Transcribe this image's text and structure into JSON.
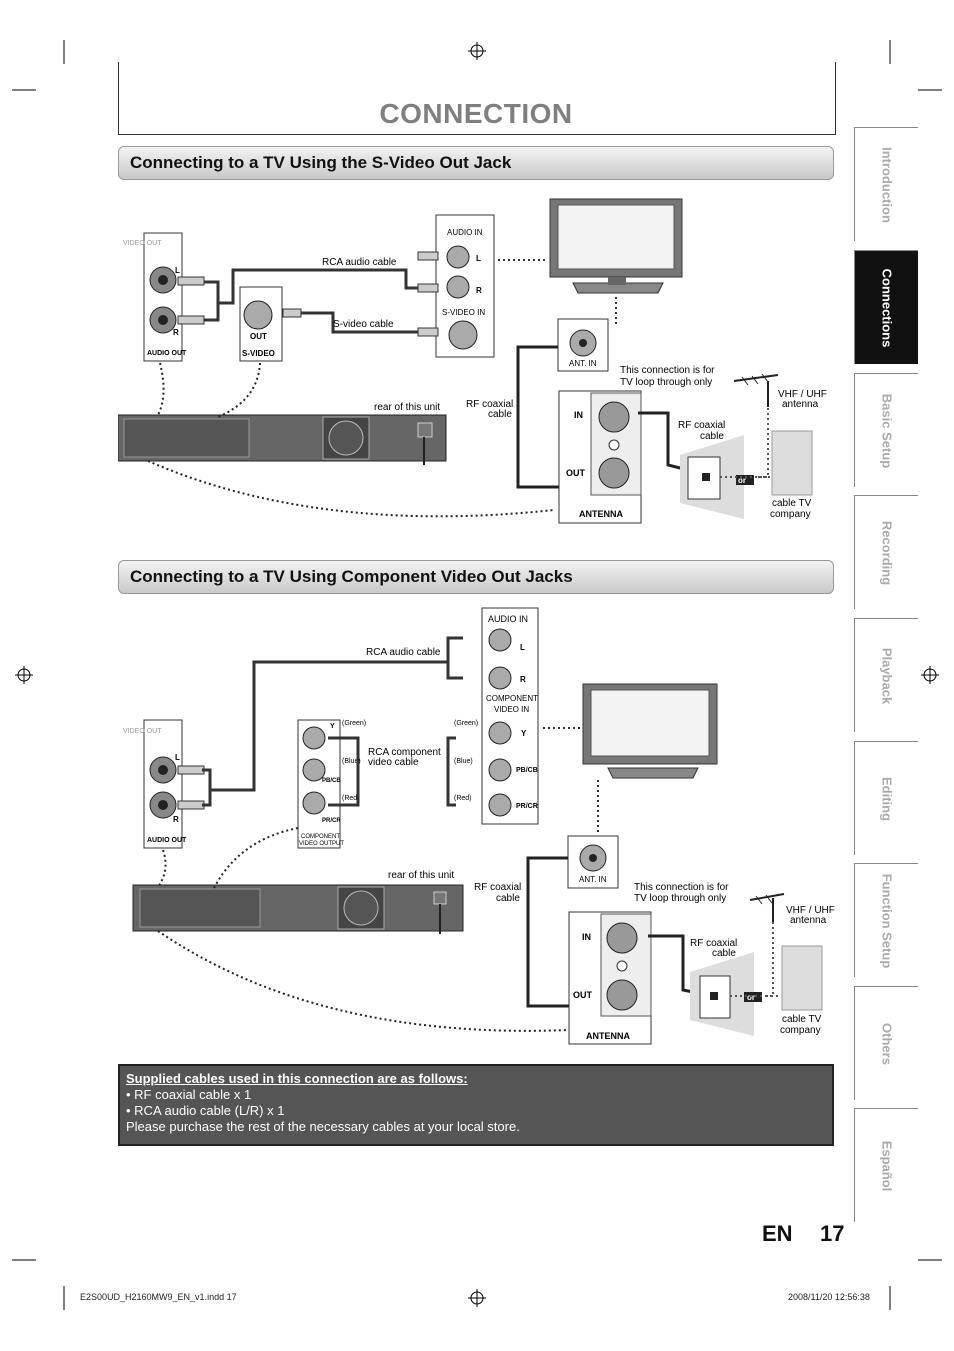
{
  "page": {
    "title": "CONNECTION",
    "lang": "EN",
    "number": "17"
  },
  "sections": [
    {
      "title": "Connecting to a TV Using the S-Video Out Jack"
    },
    {
      "title": "Connecting to a TV Using Component Video Out Jacks"
    }
  ],
  "diagram1": {
    "video_out": "VIDEO OUT",
    "l": "L",
    "r": "R",
    "audio_out": "AUDIO OUT",
    "out": "OUT",
    "s_video": "S-VIDEO",
    "rca_audio_cable": "RCA audio cable",
    "s_video_cable": "S-video cable",
    "audio_in": "AUDIO IN",
    "s_video_in": "S-VIDEO IN",
    "ant_in": "ANT. IN",
    "rear_of_unit": "rear of this unit",
    "rf_coaxial_cable_1": "RF coaxial",
    "rf_coaxial_cable_2": "cable",
    "loop_note_1": "This connection is for",
    "loop_note_2": "TV loop through only",
    "vhf_uhf_1": "VHF / UHF",
    "vhf_uhf_2": "antenna",
    "in": "IN",
    "antenna": "ANTENNA",
    "or": "or",
    "cable_tv_1": "cable TV",
    "cable_tv_2": "company"
  },
  "diagram2": {
    "video_out": "VIDEO OUT",
    "l": "L",
    "r": "R",
    "audio_out": "AUDIO OUT",
    "y": "Y",
    "pb": "PB/CB",
    "pr": "PR/CR",
    "component_out_1": "COMPONENT",
    "component_out_2": "VIDEO OUTPUT",
    "green": "(Green)",
    "blue": "(Blue)",
    "red": "(Red)",
    "rca_component_1": "RCA component",
    "rca_component_2": "video cable",
    "rca_audio_cable": "RCA audio cable",
    "audio_in": "AUDIO IN",
    "component_in_1": "COMPONENT",
    "component_in_2": "VIDEO IN",
    "ant_in": "ANT. IN",
    "rear_of_unit": "rear of this unit",
    "rf_coaxial_cable_1": "RF coaxial",
    "rf_coaxial_cable_2": "cable",
    "loop_note_1": "This connection is for",
    "loop_note_2": "TV loop through only",
    "vhf_uhf_1": "VHF / UHF",
    "vhf_uhf_2": "antenna",
    "in": "IN",
    "out": "OUT",
    "antenna": "ANTENNA",
    "or": "or",
    "cable_tv_1": "cable TV",
    "cable_tv_2": "company"
  },
  "supplied": {
    "heading": "Supplied cables used in this connection are as follows:",
    "line1": "• RF coaxial cable x 1",
    "line2": "• RCA audio cable (L/R) x 1",
    "line3": "Please purchase the rest of the necessary cables at your local store."
  },
  "side_tabs": [
    "Introduction",
    "Connections",
    "Basic Setup",
    "Recording",
    "Playback",
    "Editing",
    "Function Setup",
    "Others",
    "Español"
  ],
  "active_tab": "Connections",
  "footer": {
    "file": "E2S00UD_H2160MW9_EN_v1.indd   17",
    "date": "2008/11/20   12:56:38"
  }
}
